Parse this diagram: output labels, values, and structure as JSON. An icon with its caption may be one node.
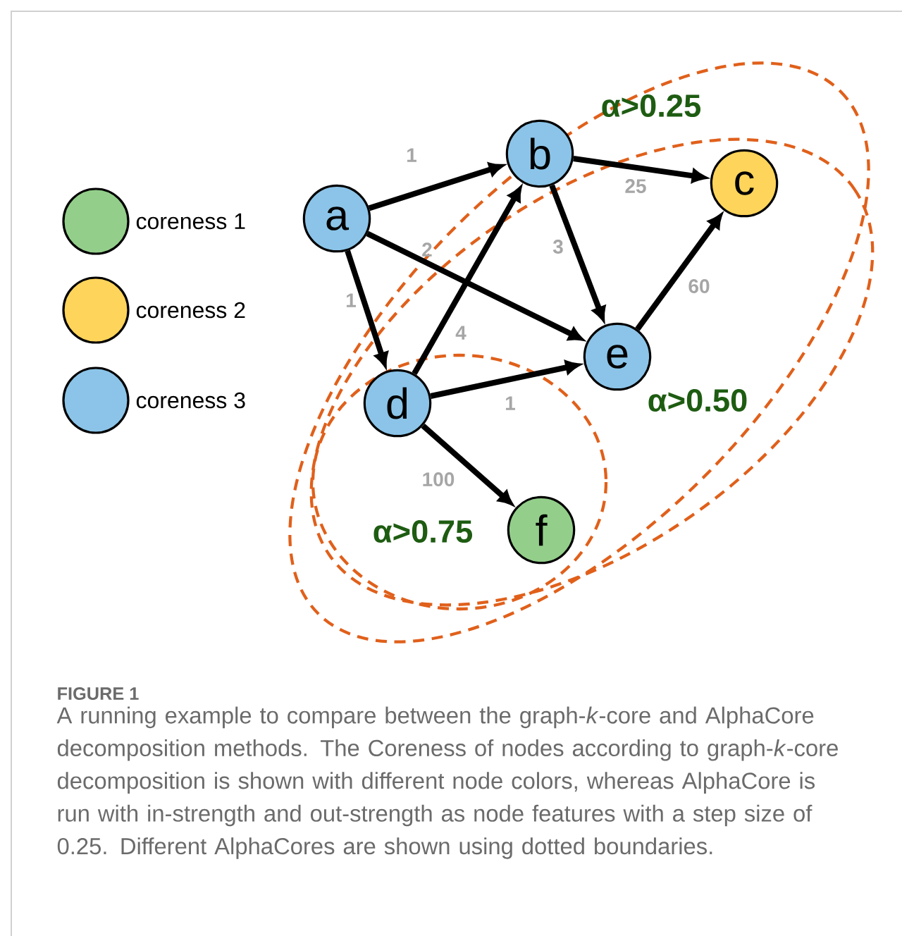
{
  "diagram": {
    "caption": "A running example to compare between the graph-*k*-core and AlphaCore decomposition methods. The Coreness of nodes according to graph-*k*-core decomposition is shown with different node colors, whereas AlphaCore is run with in-strength and out-strength as node features with a step size of 0.25. Different AlphaCores are shown using dotted boundaries.",
    "nodes": [
      {
        "text": [
          "a"
        ]
      },
      {
        "text": [
          "b"
        ]
      },
      {
        "text": [
          "c"
        ]
      },
      {
        "text": [
          "d"
        ]
      },
      {
        "text": [
          "e"
        ]
      },
      {
        "text": [
          "f"
        ]
      }
    ],
    "edges": [
      {
        "from": 0,
        "to": 1,
        "arrow": "to",
        "label": "1"
      },
      {
        "from": 0,
        "to": 4,
        "arrow": "to",
        "label": "2"
      },
      {
        "from": 0,
        "to": 3,
        "arrow": "to",
        "label": "1"
      },
      {
        "from": 3,
        "to": 1,
        "arrow": "to",
        "label": "4"
      },
      {
        "from": 1,
        "to": 2,
        "arrow": "to",
        "label": "25"
      },
      {
        "from": 1,
        "to": 4,
        "arrow": "to",
        "label": "3"
      },
      {
        "from": 4,
        "to": 2,
        "arrow": "to",
        "label": "60"
      },
      {
        "from": 3,
        "to": 4,
        "arrow": "to",
        "label": "1"
      },
      {
        "from": 3,
        "to": 5,
        "arrow": "to",
        "label": "100"
      }
    ],
    "labels": [
      "α>0.25",
      "α>0.50",
      "α>0.75",
      "FIGURE 1"
    ],
    "legend": [
      {
        "text": "coreness 1",
        "color": "#93cf8a"
      },
      {
        "text": "coreness 2",
        "color": "#ffd45a"
      },
      {
        "text": "coreness 3",
        "color": "#8bc4e8"
      }
    ]
  }
}
